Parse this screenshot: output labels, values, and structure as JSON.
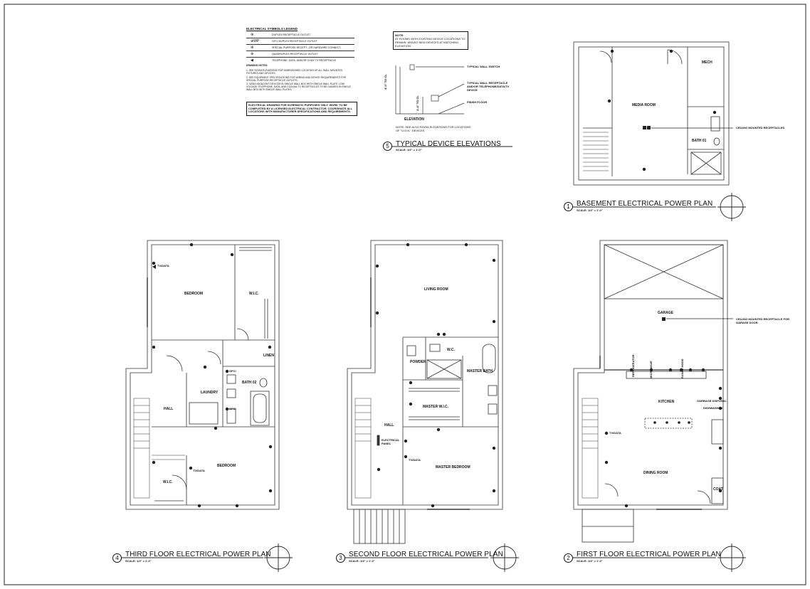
{
  "legend": {
    "title": "ELECTRICAL SYMBOLS LEGEND",
    "items": [
      {
        "symbol": "⊕",
        "label": "DUPLEX RECEPTACLE OUTLET"
      },
      {
        "symbol": "⊕WP",
        "label": "GFCI DUPLEX RECEPTACLE OUTLET"
      },
      {
        "symbol": "⊕",
        "label": "SPECIAL PURPOSE RECEPT., OR HARDWIRE CONNECT."
      },
      {
        "symbol": "⊕",
        "label": "QUADRUPLEX RECEPTACLE OUTLET"
      },
      {
        "symbol": "◀",
        "label": "TELEPHONE, DATA, AND/OR COAX TV RECEPTACLE"
      }
    ]
  },
  "drawing_notes": {
    "title": "DRAWING NOTES:",
    "items": [
      "1.  SEE ROOM ELEVATIONS FOR DIMENSIONED LOCATION OF ALL WALL MOUNTED FIXTURES AND DEVICES.",
      "2.  SEE EQUIPMENT SPECIFICATIONS FOR WIRING AND DEVICE REQUIREMENTS FOR SPECIAL PURPOSE RECEPTACLE OUTLETS.",
      "3.  GANG ADJACENT DEVICES IN SINGLE WALL BOX WITH SINGLE WALL PLATE. LOW VOLTAGE TELEPHONE, DATA, AND COAXIAL TV RECEPTACLES TO BE GANGED IN SINGLE WALL BOX WITH SINGLE WALL PLATES."
    ]
  },
  "disclaimer": "ELECTRICAL DRAWING FOR SCHEMATIC PURPOSES ONLY. WORK TO BE COMPLETED BY A LICENSED ELECTRICAL CONTRACTOR. COORDINATE ALL LOCATIONS WITH MANUFACTURER SPECIFICATIONS AND REQUIREMENTS.",
  "note_box": {
    "title": "NOTE:",
    "text": "AT ROOMS WITH EXISTING DEVICE LOCATIONS TO REMAIN, MOUNT NEW DEVICES AT MATCHING ELEVATION"
  },
  "device_elevations": {
    "labels": {
      "switch": "TYPICAL WALL SWITCH",
      "receptacle": "TYPICAL WALL RECEPTACLE AND/OR TELEPHONE/DATA/TV DEVICE",
      "floor": "FINISH FLOOR",
      "elevation": "ELEVATION",
      "dim_switch": "4'-0\" TO CL",
      "dim_recept": "1'-4\" TO CL"
    },
    "note": "NOTE: SEE ALSO ROOM ELEVATIONS FOR LOCATIONS OF \"U.O.N.\" DEVICES"
  },
  "plans": {
    "typical": {
      "num": "5",
      "title": "TYPICAL DEVICE ELEVATIONS",
      "scale": "SCALE:  1/2\" = 1'-0\""
    },
    "basement": {
      "num": "1",
      "title": "BASEMENT ELECTRICAL POWER PLAN",
      "scale": "SCALE:  1/4\" = 1'-0\""
    },
    "third": {
      "num": "4",
      "title": "THIRD FLOOR ELECTRICAL POWER PLAN",
      "scale": "SCALE:  1/4\" = 1'-0\""
    },
    "second": {
      "num": "3",
      "title": "SECOND FLOOR ELECTRICAL POWER PLAN",
      "scale": "SCALE:  1/4\" = 1'-0\""
    },
    "first": {
      "num": "2",
      "title": "FIRST FLOOR ELECTRICAL POWER PLAN",
      "scale": "SCALE:  1/4\" = 1'-0\""
    }
  },
  "rooms": {
    "mech": "MECH",
    "media": "MEDIA ROOM",
    "bath01": "BATH 01",
    "bedroom3": "BEDROOM",
    "wic3a": "W.I.C.",
    "linen": "LINEN",
    "bath02": "BATH 02",
    "laundry": "LAUNDRY",
    "hall3": "HALL",
    "bedroom3b": "BEDROOM",
    "wic3b": "W.I.C.",
    "living": "LIVING ROOM",
    "wc2": "W.C.",
    "powder": "POWDER",
    "masterbath": "MASTER BATH",
    "masterwic": "MASTER W.I.C.",
    "hall2": "HALL",
    "masterbed": "MASTER BEDROOM",
    "garage": "GARAGE",
    "kitchen": "KITCHEN",
    "dining": "DINING ROOM",
    "coat": "COAT"
  },
  "callouts": {
    "ceiling_basement": "CEILING MOUNTED RECEPTACLES",
    "ceiling_garage": "CEILING MOUNTED RECEPTACLE FOR GARAGE DOOR",
    "electrical_panel": "ELECTRICAL PANEL",
    "tv_data": "TV/DATA",
    "gfci": "GFCI",
    "garbage_disposal": "GARBAGE DISPOSAL",
    "dishwasher": "DISHWASHER",
    "refrigerator": "REFRIGERATOR",
    "range_hood": "RANGE HOOD",
    "microwave": "MICROWAVE"
  }
}
